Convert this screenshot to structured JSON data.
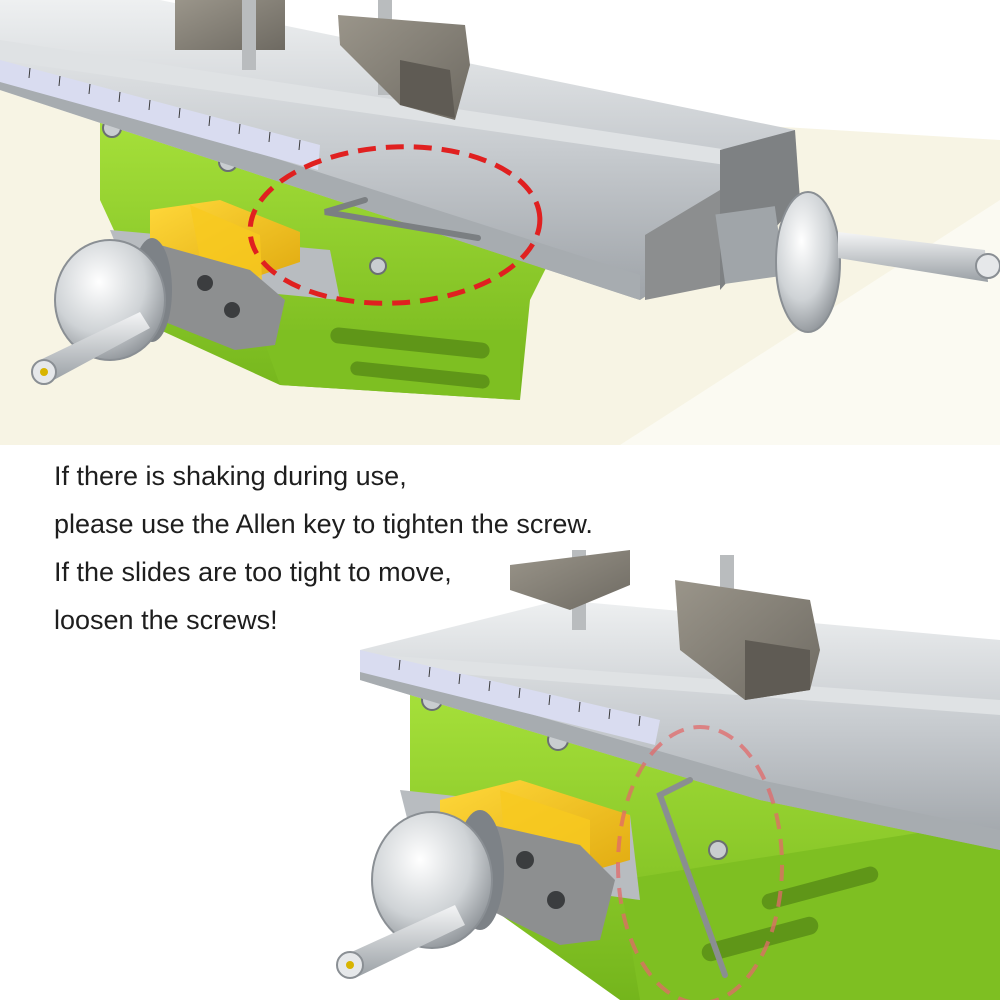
{
  "caption": {
    "lines": [
      "If there is shaking during use,",
      "please use the Allen key to tighten the screw.",
      "If the slides are too tight to move,",
      "loosen the screws!"
    ]
  },
  "colors": {
    "base_green": "#8fd12a",
    "slide_yellow": "#f2c21a",
    "rail_silver": "#c9cdd0",
    "marker_red": "#e02020",
    "table_cream": "#f7f4e4"
  }
}
